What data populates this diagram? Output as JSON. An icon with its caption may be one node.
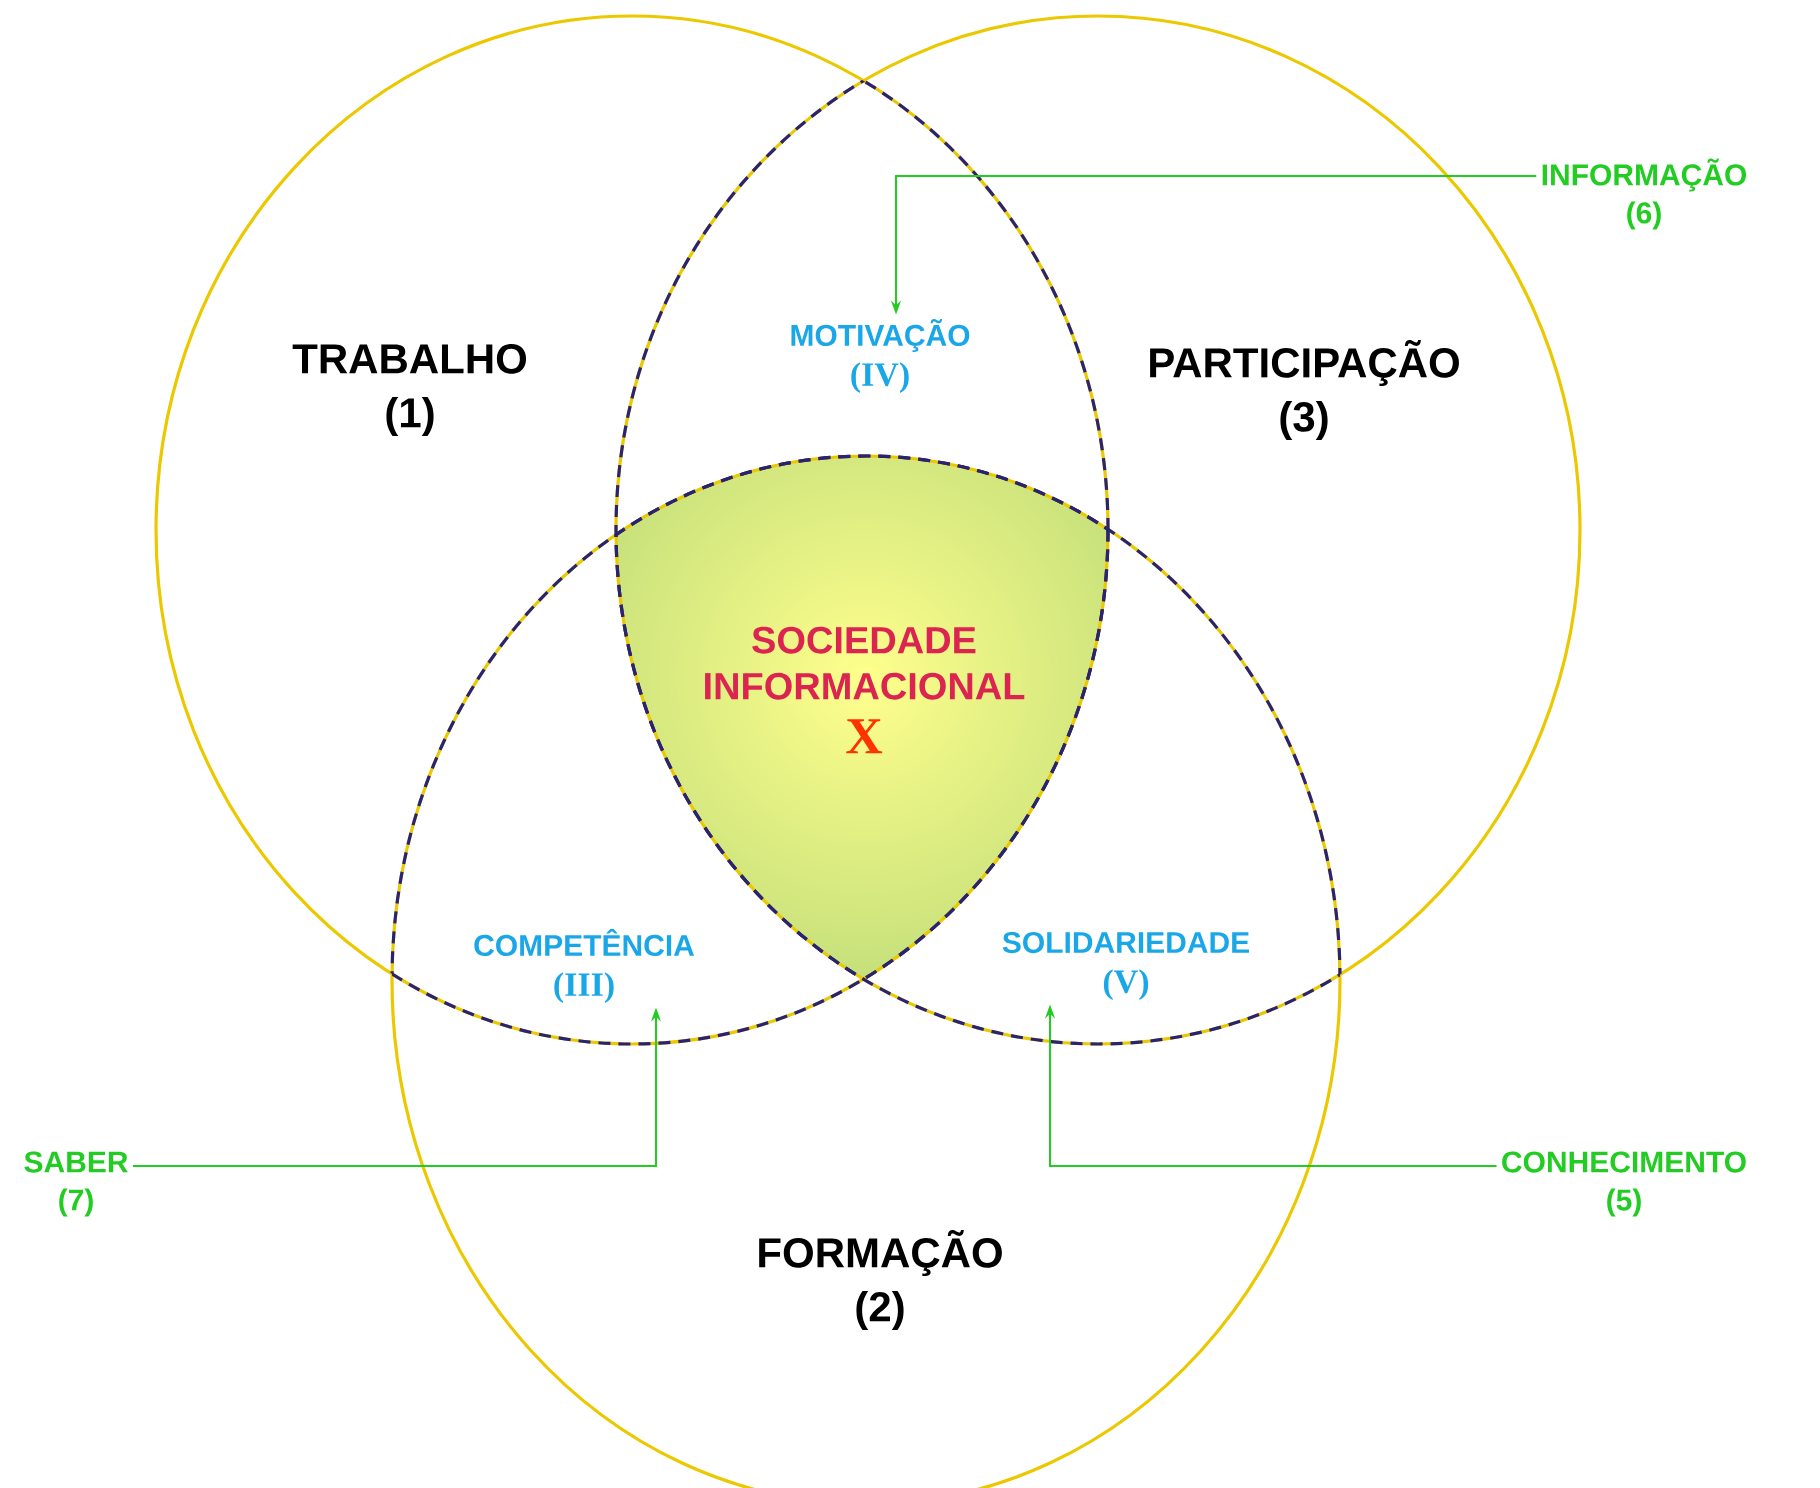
{
  "diagram": {
    "nodes": [
      {
        "text": [
          "TRABALHO",
          "(1)"
        ]
      },
      {
        "text": [
          "PARTICIPAÇÃO",
          "(3)"
        ]
      },
      {
        "text": [
          "FORMAÇÃO",
          "(2)"
        ]
      },
      {
        "text": [
          "MOTIVAÇÃO",
          "(IV)"
        ]
      },
      {
        "text": [
          "SOCIEDADE INFORMACIONAL",
          "X"
        ]
      },
      {
        "text": [
          "COMPETÊNCIA",
          "(III)"
        ]
      },
      {
        "text": [
          "SOLIDARIEDADE",
          "(V)"
        ]
      },
      {
        "text": [
          "INFORMAÇÃO",
          "(6)"
        ]
      },
      {
        "text": [
          "SABER",
          "(7)"
        ]
      },
      {
        "text": [
          "CONHECIMENTO",
          "(5)"
        ]
      }
    ],
    "edges": [
      {
        "from": 7,
        "to": 3,
        "arrow": "to"
      },
      {
        "from": 8,
        "to": 5,
        "arrow": "to"
      },
      {
        "from": 9,
        "to": 6,
        "arrow": "to"
      }
    ]
  }
}
